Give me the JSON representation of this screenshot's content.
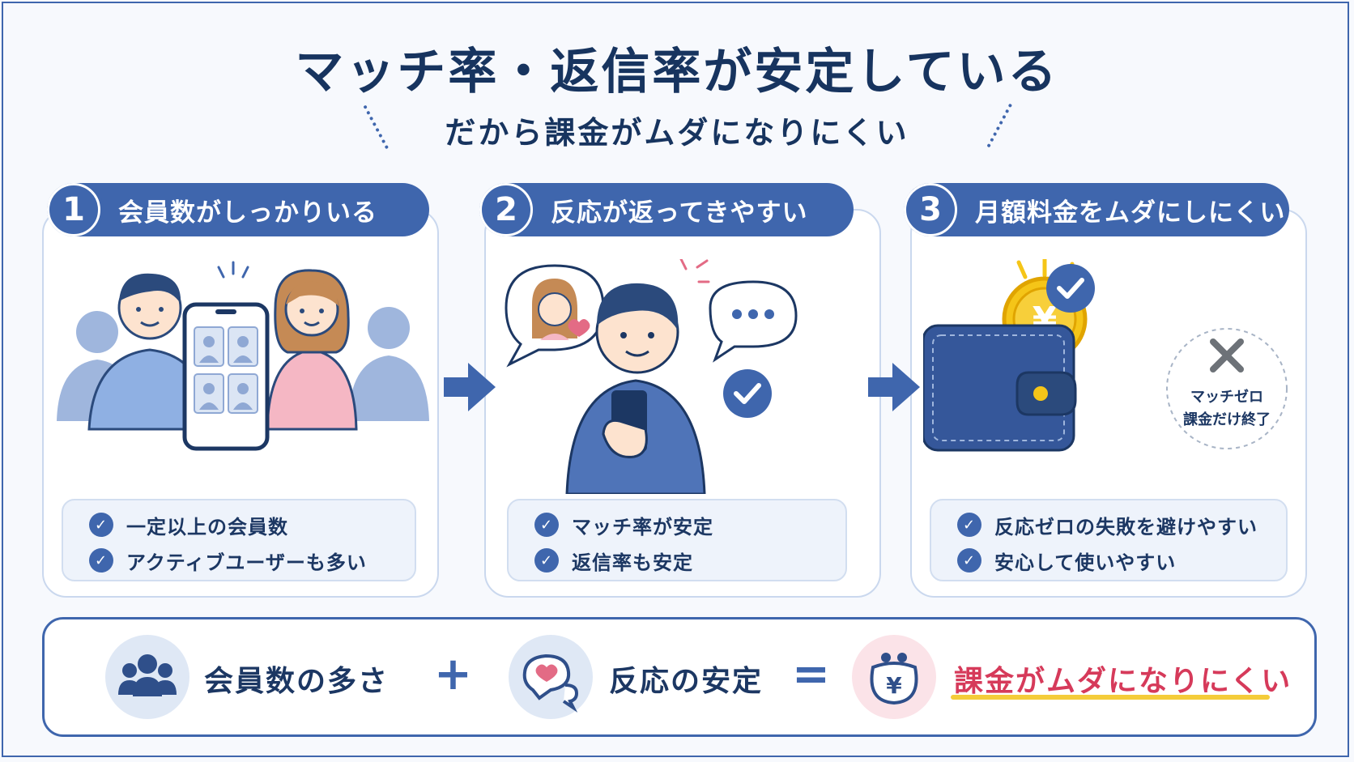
{
  "title": "マッチ率・返信率が安定している",
  "subtitle": "だから課金がムダになりにくい",
  "steps": [
    {
      "number": "1",
      "heading": "会員数がしっかりいる",
      "points": [
        "一定以上の会員数",
        "アクティブユーザーも多い"
      ]
    },
    {
      "number": "2",
      "heading": "反応が返ってきやすい",
      "points": [
        "マッチ率が安定",
        "返信率も安定"
      ]
    },
    {
      "number": "3",
      "heading": "月額料金をムダにしにくい",
      "points": [
        "反応ゼロの失敗を避けやすい",
        "安心して使いやすい"
      ]
    }
  ],
  "wallet": {
    "coin_symbol": "¥",
    "note_line1": "マッチゼロ",
    "note_line2": "課金だけ終了"
  },
  "formula": {
    "left": "会員数の多さ",
    "plus": "+",
    "middle": "反応の安定",
    "equals": "=",
    "right": "課金がムダになりにくい",
    "purse_symbol": "¥"
  },
  "colors": {
    "primary": "#3f66ad",
    "dark": "#17345f",
    "accent_red": "#d63a5a",
    "accent_yellow": "#f4cc3a",
    "coin": "#f5c518"
  }
}
